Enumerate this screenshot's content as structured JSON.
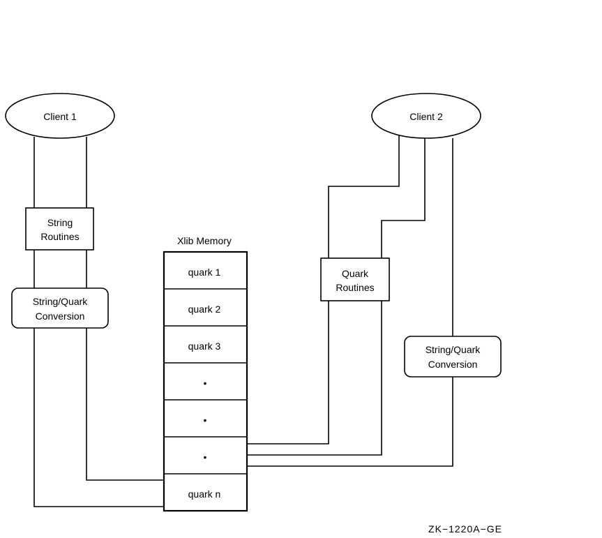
{
  "client1": {
    "label": "Client 1"
  },
  "client2": {
    "label": "Client 2"
  },
  "string_routines": {
    "line1": "String",
    "line2": "Routines"
  },
  "conversion_left": {
    "line1": "String/Quark",
    "line2": "Conversion"
  },
  "quark_routines": {
    "line1": "Quark",
    "line2": "Routines"
  },
  "conversion_right": {
    "line1": "String/Quark",
    "line2": "Conversion"
  },
  "memory": {
    "title": "Xlib Memory",
    "cells": [
      "quark 1",
      "quark 2",
      "quark 3",
      "•",
      "•",
      "•",
      "quark n"
    ]
  },
  "figure_id": "ZK−1220A−GE"
}
